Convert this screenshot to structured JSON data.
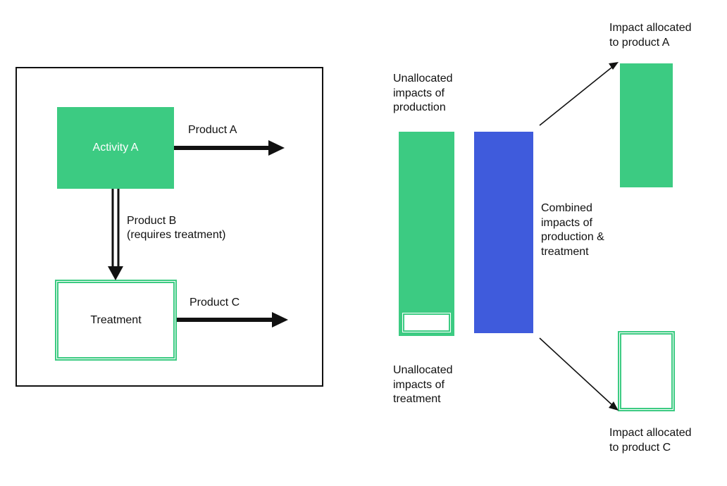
{
  "colors": {
    "green": "#3ccb82",
    "blue": "#3f5bdc",
    "ink": "#111111"
  },
  "left_diagram": {
    "activity_label": "Activity A",
    "product_a_label": "Product A",
    "product_b_label": "Product B",
    "product_b_note": "(requires treatment)",
    "treatment_label": "Treatment",
    "product_c_label": "Product C"
  },
  "right_diagram": {
    "unalloc_production": [
      "Unallocated",
      "impacts of",
      "production"
    ],
    "unalloc_treatment": [
      "Unallocated",
      "impacts of",
      "treatment"
    ],
    "combined": [
      "Combined",
      "impacts of",
      "production &",
      "treatment"
    ],
    "impact_a": [
      "Impact allocated",
      "to product A"
    ],
    "impact_c": [
      "Impact allocated",
      "to product C"
    ]
  }
}
